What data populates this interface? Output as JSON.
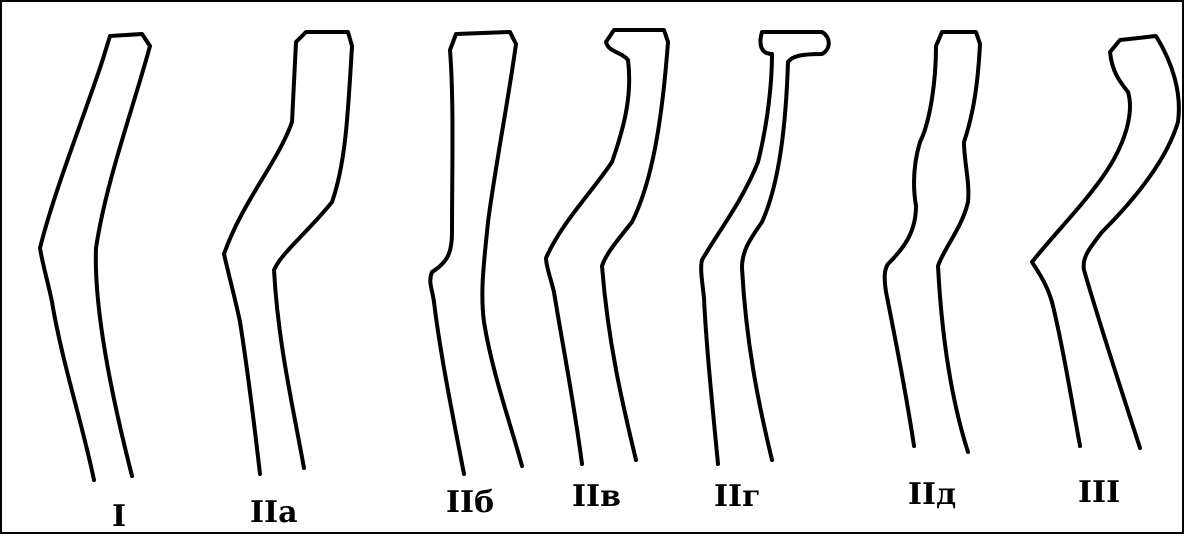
{
  "figure": {
    "line_color": "#000000",
    "background": "#ffffff",
    "variants": [
      {
        "id": "I",
        "label": "I",
        "description_icon": "straight-bent-tube-icon"
      },
      {
        "id": "IIa",
        "label": "IIa",
        "description_icon": "bent-tube-icon"
      },
      {
        "id": "IIb",
        "label": "IIб",
        "description_icon": "wide-top-tube-icon"
      },
      {
        "id": "IIv",
        "label": "IIв",
        "description_icon": "hooked-top-tube-icon"
      },
      {
        "id": "IIg",
        "label": "IIг",
        "description_icon": "capped-top-tube-icon"
      },
      {
        "id": "IId",
        "label": "IIд",
        "description_icon": "wavy-tube-icon"
      },
      {
        "id": "III",
        "label": "III",
        "description_icon": "curved-hook-tube-icon"
      }
    ]
  }
}
